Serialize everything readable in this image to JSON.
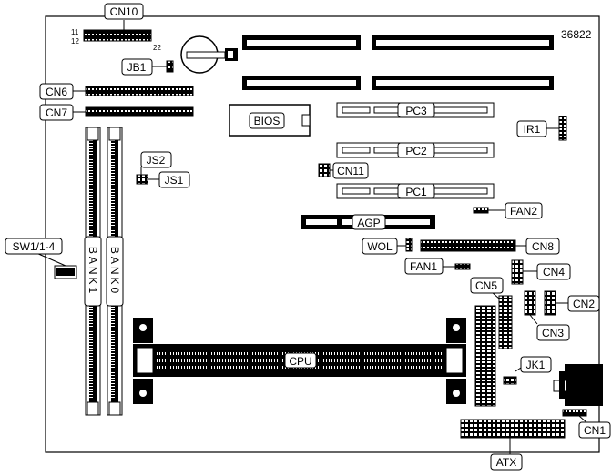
{
  "board_id": "36822",
  "labels": {
    "cn10": "CN10",
    "pin11": "11",
    "pin12": "12",
    "pin22": "22",
    "jb1": "JB1",
    "cn6": "CN6",
    "cn7": "CN7",
    "bios": "BIOS",
    "pc3": "PC3",
    "pc2": "PC2",
    "pc1": "PC1",
    "ir1": "IR1",
    "cn11": "CN11",
    "js2": "JS2",
    "js1": "JS1",
    "fan2": "FAN2",
    "agp": "AGP",
    "sw1": "SW1/1-4",
    "bank1": "BANK1",
    "bank0": "BANK0",
    "wol": "WOL",
    "cn8": "CN8",
    "fan1": "FAN1",
    "cn4": "CN4",
    "cn5": "CN5",
    "cn2": "CN2",
    "cn3": "CN3",
    "cpu": "CPU",
    "jk1": "JK1",
    "cn1": "CN1",
    "atx": "ATX"
  }
}
